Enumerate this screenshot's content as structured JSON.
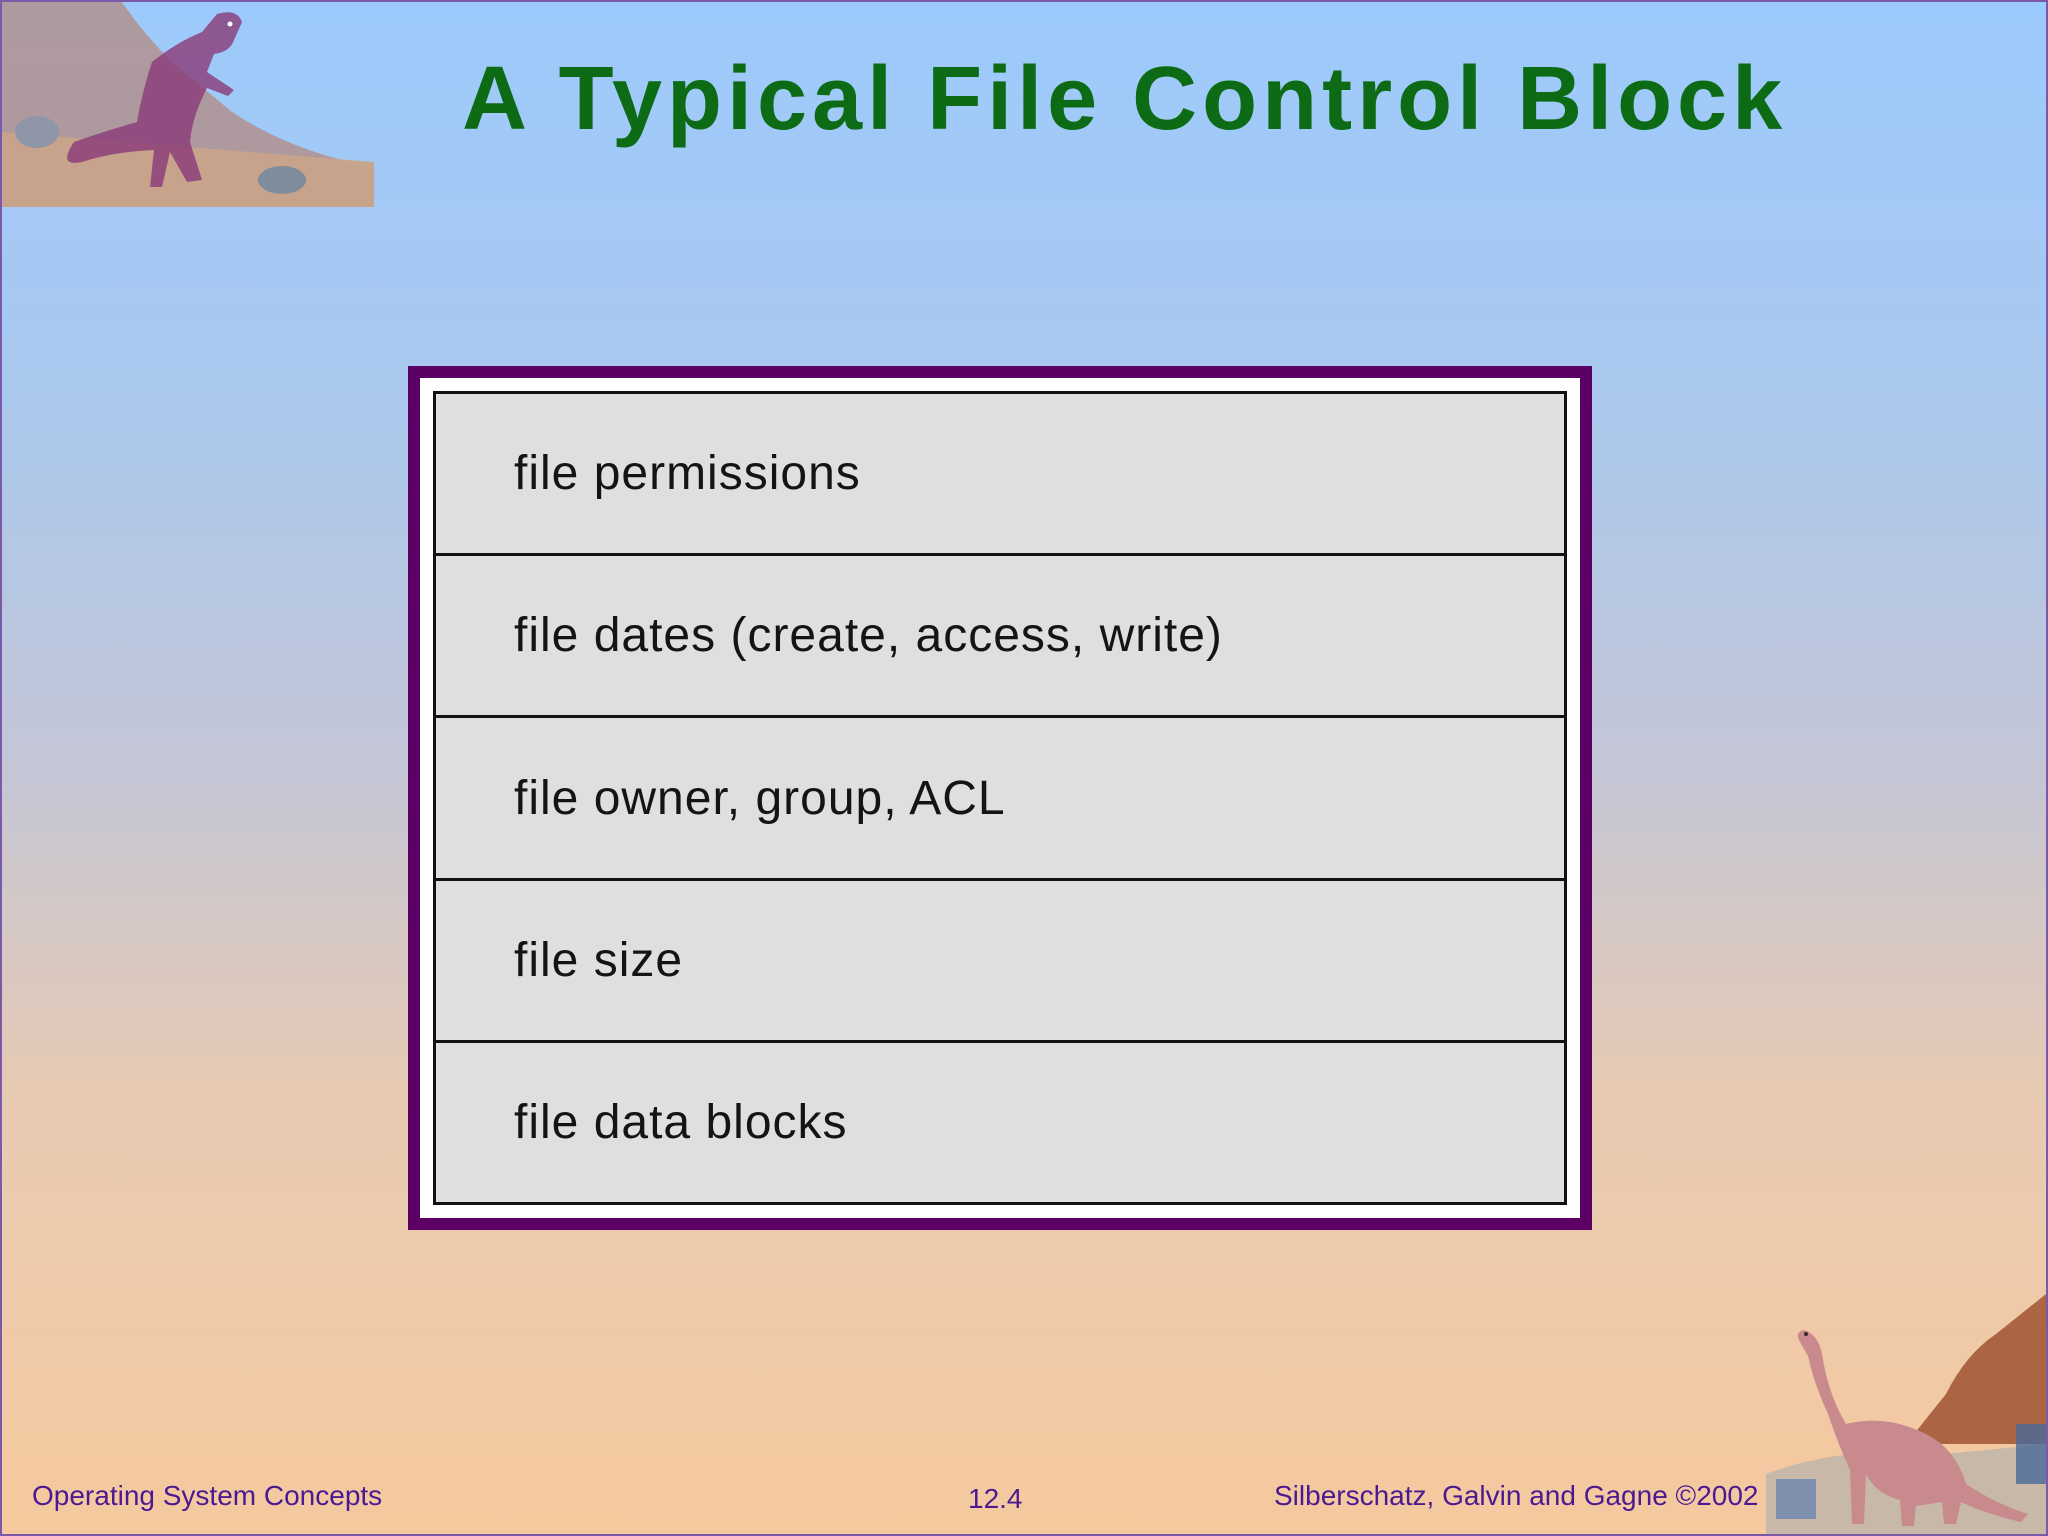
{
  "slide": {
    "title": "A Typical File Control Block",
    "fcb_fields": [
      "file permissions",
      "file dates (create, access, write)",
      "file owner, group, ACL",
      "file size",
      "file data blocks"
    ],
    "footer": {
      "left": "Operating System Concepts",
      "center": "12.4",
      "right": "Silberschatz, Galvin and  Gagne ©2002"
    }
  },
  "colors": {
    "title": "#0d6b16",
    "frame": "#5c0066",
    "footer_text": "#4b1a92"
  },
  "icons": {
    "top_left": "trex-dinosaur-icon",
    "bottom_right": "brontosaurus-dinosaur-icon"
  }
}
